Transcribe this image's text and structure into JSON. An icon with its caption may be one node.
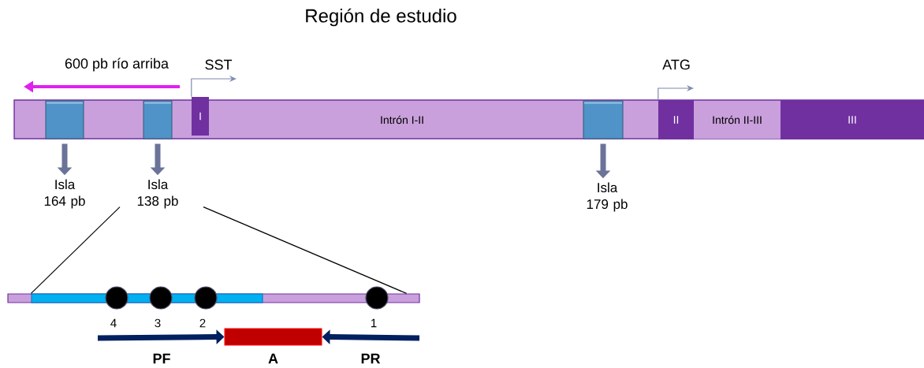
{
  "diagram": {
    "title": "Región de estudio",
    "nodes": [
      {
        "text": [
          "Intrón I-II"
        ]
      },
      {
        "text": [],
        "shape": "box",
        "in": 0
      },
      {
        "text": [],
        "shape": "box",
        "in": 0
      },
      {
        "text": [
          "I"
        ],
        "in": 0
      },
      {
        "text": [],
        "shape": "box",
        "in": 0
      },
      {
        "text": [
          "II"
        ],
        "in": 0
      },
      {
        "text": [
          "Intrón II-III"
        ],
        "in": 0
      },
      {
        "text": [
          "III"
        ],
        "in": 0
      },
      {
        "text": [
          "Isla 164 pb"
        ]
      },
      {
        "text": [
          "Isla 138 pb"
        ]
      },
      {
        "text": [
          "Isla 179 pb"
        ]
      },
      {
        "text": [],
        "shape": "bar"
      },
      {
        "text": [],
        "shape": "bar",
        "in": 11
      },
      {
        "text": [],
        "shape": "circle",
        "beside": [
          "4"
        ]
      },
      {
        "text": [],
        "shape": "circle",
        "beside": [
          "3"
        ]
      },
      {
        "text": [],
        "shape": "circle",
        "beside": [
          "2"
        ]
      },
      {
        "text": [],
        "shape": "circle",
        "beside": [
          "1"
        ]
      },
      {
        "text": [
          "A"
        ]
      }
    ],
    "edges": [
      {
        "from": 1,
        "to": 8,
        "arrow": "to",
        "color": "#6b7399"
      },
      {
        "from": 2,
        "to": 9,
        "arrow": "to",
        "color": "#6b7399"
      },
      {
        "from": 4,
        "to": 10,
        "arrow": "to",
        "color": "#6b7399"
      },
      {
        "from": 3,
        "to": null,
        "arrow": "to",
        "label": "SST",
        "color": "#7f8ab0"
      },
      {
        "from": 5,
        "to": null,
        "arrow": "to",
        "label": "ATG",
        "color": "#7f8ab0"
      },
      {
        "from": 9,
        "to": 11,
        "arrow": "none",
        "color": "#000000"
      },
      {
        "from": 9,
        "to": 11,
        "arrow": "none",
        "color": "#000000"
      },
      {
        "from": null,
        "to": 17,
        "arrow": "to",
        "label": "PF",
        "color": "#002060"
      },
      {
        "from": null,
        "to": 17,
        "arrow": "to",
        "label": "PR",
        "color": "#002060"
      }
    ],
    "labels": [
      "600 pb río arriba"
    ]
  }
}
